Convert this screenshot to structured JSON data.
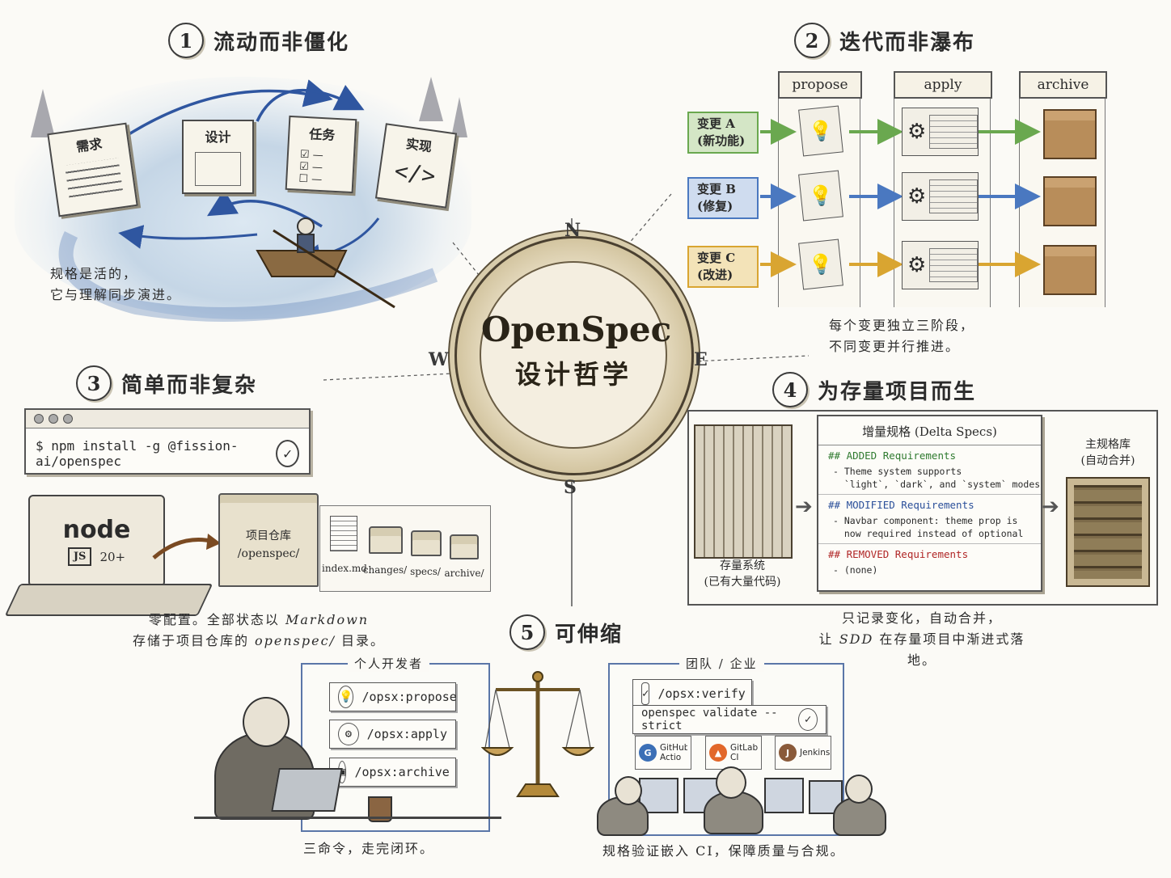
{
  "center": {
    "title": "OpenSpec",
    "subtitle": "设计哲学",
    "dir_n": "N",
    "dir_s": "S",
    "dir_w": "W",
    "dir_e": "E"
  },
  "sec1": {
    "num": "1",
    "title": "流动而非僵化",
    "cards": [
      "需求",
      "设计",
      "任务",
      "实现"
    ],
    "caption": [
      "规格是活的，",
      "它与理解同步演进。"
    ]
  },
  "sec2": {
    "num": "2",
    "title": "迭代而非瀑布",
    "stages": [
      "propose",
      "apply",
      "archive"
    ],
    "changes": [
      {
        "name": "变更 A",
        "desc": "(新功能)",
        "color": "#6aa84f"
      },
      {
        "name": "变更 B",
        "desc": "(修复)",
        "color": "#4a78c0"
      },
      {
        "name": "变更 C",
        "desc": "(改进)",
        "color": "#d9a531"
      }
    ],
    "caption": [
      "每个变更独立三阶段，",
      "不同变更并行推进。"
    ]
  },
  "sec3": {
    "num": "3",
    "title": "简单而非复杂",
    "command_prompt": "$",
    "command": "npm install -g @fission-ai/openspec",
    "check": "✓",
    "node_logo": "node",
    "node_js": "JS",
    "node_version": "20+",
    "folder_label": [
      "项目仓库",
      "/openspec/"
    ],
    "files": [
      "index.md",
      "changes/",
      "specs/",
      "archive/"
    ],
    "caption_1_prefix": "零配置。全部状态以 ",
    "caption_1_em": "Markdown",
    "caption_2_prefix": "存储于项目仓库的 ",
    "caption_2_em": "openspec/",
    "caption_2_suffix": " 目录。"
  },
  "sec4": {
    "num": "4",
    "title": "为存量项目而生",
    "legacy_label": [
      "存量系统",
      "(已有大量代码)"
    ],
    "delta_title": "增量规格 (Delta Specs)",
    "added_h": "## ADDED Requirements",
    "added_b": [
      "- Theme system supports",
      "  `light`, `dark`, and `system` modes"
    ],
    "mod_h": "## MODIFIED Requirements",
    "mod_b": [
      "- Navbar component: theme prop is",
      "  now required instead of optional"
    ],
    "rem_h": "## REMOVED Requirements",
    "rem_b": [
      "- (none)"
    ],
    "main_label": [
      "主规格库",
      "(自动合并)"
    ],
    "caption": [
      "只记录变化，自动合并，"
    ],
    "caption2_prefix": "让 ",
    "caption2_em": "SDD",
    "caption2_suffix": " 在存量项目中渐进式落地。"
  },
  "sec5": {
    "num": "5",
    "title": "可伸缩",
    "left_title": "个人开发者",
    "commands": [
      {
        "icon": "💡",
        "label": "/opsx:propose"
      },
      {
        "icon": "⚙",
        "label": "/opsx:apply"
      },
      {
        "icon": "▣",
        "label": "/opsx:archive"
      }
    ],
    "right_title": "团队 / 企业",
    "verify": "/opsx:verify",
    "validate": "openspec validate --strict",
    "ci": [
      {
        "name": "GitHub Actio",
        "color": "#3b6fb6",
        "glyph": "G"
      },
      {
        "name": "GitLab CI",
        "color": "#e2672a",
        "glyph": "▲"
      },
      {
        "name": "Jenkins",
        "color": "#8a5a3a",
        "glyph": "J"
      }
    ],
    "left_caption": "三命令，走完闭环。",
    "right_caption": "规格验证嵌入 CI，保障质量与合规。"
  }
}
